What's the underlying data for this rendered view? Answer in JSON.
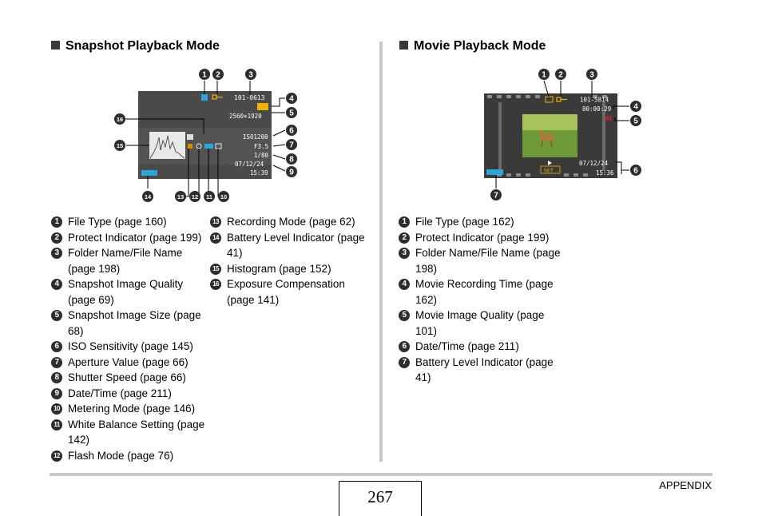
{
  "left": {
    "title": "Snapshot Playback Mode",
    "screen": {
      "folder_file": "101-0613",
      "image_size": "2560×1920",
      "iso": "ISO1200",
      "aperture": "F3.5",
      "shutter": "1/80",
      "date": "07/12/24",
      "time": "15:39"
    },
    "callouts": [
      "1",
      "2",
      "3",
      "4",
      "5",
      "6",
      "7",
      "8",
      "9",
      "10",
      "11",
      "12",
      "13",
      "14",
      "15",
      "16"
    ],
    "items_col1": [
      {
        "n": "1",
        "label": "File Type (page 160)"
      },
      {
        "n": "2",
        "label": "Protect Indicator (page 199)"
      },
      {
        "n": "3",
        "label": "Folder Name/File Name (page 198)"
      },
      {
        "n": "4",
        "label": "Snapshot Image Quality (page 69)"
      },
      {
        "n": "5",
        "label": "Snapshot Image Size (page 68)"
      },
      {
        "n": "6",
        "label": "ISO Sensitivity (page 145)"
      },
      {
        "n": "7",
        "label": "Aperture Value (page 66)"
      },
      {
        "n": "8",
        "label": "Shutter Speed (page 66)"
      },
      {
        "n": "9",
        "label": "Date/Time (page 211)"
      },
      {
        "n": "10",
        "label": "Metering Mode (page 146)"
      },
      {
        "n": "11",
        "label": "White Balance Setting (page 142)"
      },
      {
        "n": "12",
        "label": "Flash Mode (page 76)"
      }
    ],
    "items_col2": [
      {
        "n": "13",
        "label": "Recording Mode (page 62)"
      },
      {
        "n": "14",
        "label": "Battery Level Indicator (page 41)"
      },
      {
        "n": "15",
        "label": "Histogram (page 152)"
      },
      {
        "n": "16",
        "label": "Exposure Compensation (page 141)"
      }
    ]
  },
  "right": {
    "title": "Movie Playback Mode",
    "screen": {
      "folder_file": "101-5814",
      "rec_time": "00:00:29",
      "quality": "HQ",
      "date": "07/12/24",
      "time": "15:36",
      "set_label": "SET"
    },
    "callouts": [
      "1",
      "2",
      "3",
      "4",
      "5",
      "6",
      "7"
    ],
    "items": [
      {
        "n": "1",
        "label": "File Type (page 162)"
      },
      {
        "n": "2",
        "label": "Protect Indicator (page 199)"
      },
      {
        "n": "3",
        "label": "Folder Name/File Name (page 198)"
      },
      {
        "n": "4",
        "label": "Movie Recording Time (page 162)"
      },
      {
        "n": "5",
        "label": "Movie Image Quality (page 101)"
      },
      {
        "n": "6",
        "label": "Date/Time (page 211)"
      },
      {
        "n": "7",
        "label": "Battery Level Indicator (page 41)"
      }
    ]
  },
  "footer": {
    "section": "APPENDIX",
    "page_number": "267"
  }
}
